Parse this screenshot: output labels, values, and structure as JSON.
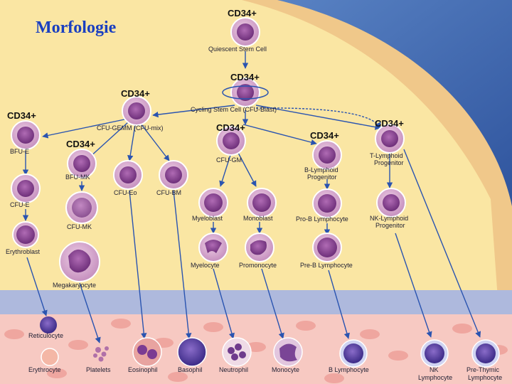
{
  "slide": {
    "title": "Morfologie",
    "colors": {
      "title": "#1a3fc0",
      "diagram_background": "#fae6a3",
      "vessel_background": "#f7c9c2",
      "arrow": "#2a54b0",
      "cell_body": "#d9a3cc",
      "nucleus": "#8a3d8f"
    }
  },
  "markers": {
    "m1": "CD34+",
    "m2": "CD34+",
    "m3": "CD34+",
    "m4": "CD34+",
    "m5": "CD34+",
    "m6": "CD34+",
    "m7": "CD34+",
    "m8": "CD34+"
  },
  "cells": {
    "quiescent_stem": "Quiescent Stem Cell",
    "cycling_stem": "Cycling Stem Cell (CFU-Blast)",
    "cfu_gemm": "CFU-GEMM (CFU-mix)",
    "bfu_e": "BFU-E",
    "bfu_mk": "BFU-MK",
    "cfu_e": "CFU-E",
    "cfu_mk": "CFU-MK",
    "erythroblast": "Erythroblast",
    "megakaryocyte": "Megakaryocyte",
    "cfu_eo": "CFU-Eo",
    "cfu_bm": "CFU-BM",
    "cfu_gm": "CFU-GM",
    "myeloblast": "Myeloblast",
    "monoblast": "Monoblast",
    "myelocyte": "Myelocyte",
    "promonocyte": "Promonocyte",
    "b_lymphoid_1": "B-Lymphoid",
    "b_lymphoid_2": "Progenitor",
    "t_lymphoid_1": "T-Lymphoid",
    "t_lymphoid_2": "Progenitor",
    "pro_b": "Pro-B Lymphocyte",
    "pre_b": "Pre-B Lymphocyte",
    "nk_lymphoid_1": "NK-Lymphoid",
    "nk_lymphoid_2": "Progenitor",
    "reticulocyte": "Reticulocyte"
  },
  "mature": {
    "erythrocyte": "Erythrocyte",
    "platelets": "Platelets",
    "eosinophil": "Eosinophil",
    "basophil": "Basophil",
    "neutrophil": "Neutrophil",
    "monocyte": "Monocyte",
    "b_lymphocyte": "B Lymphocyte",
    "nk_1": "NK",
    "nk_2": "Lymphocyte",
    "pre_thymic_1": "Pre-Thymic",
    "pre_thymic_2": "Lymphocyte"
  }
}
